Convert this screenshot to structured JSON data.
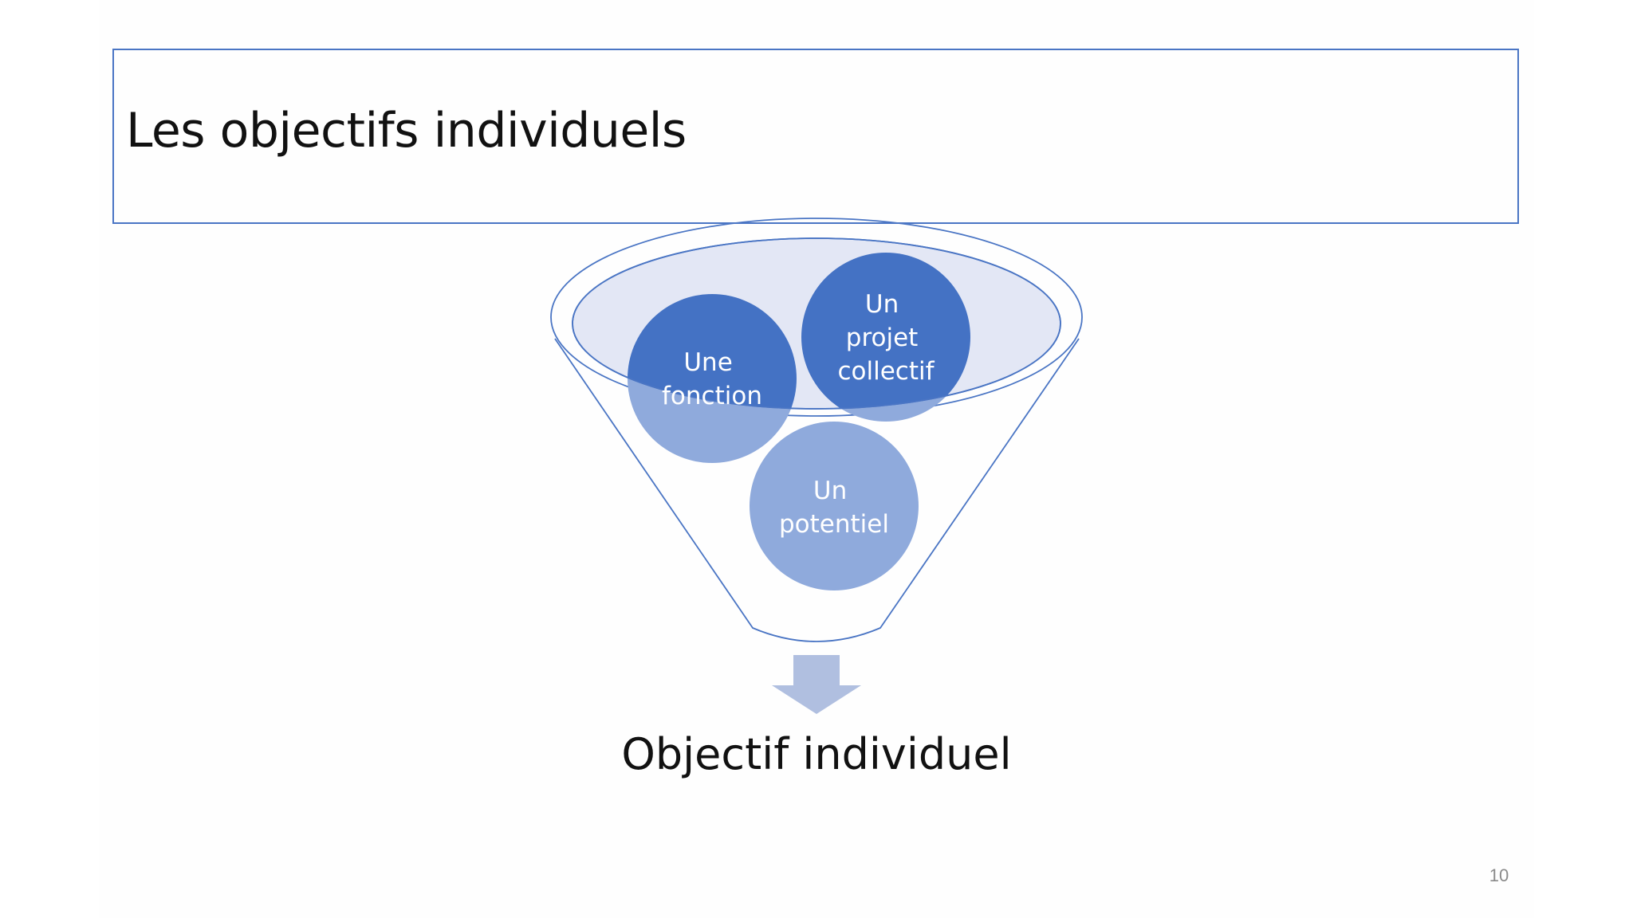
{
  "slide": {
    "title": "Les objectifs individuels",
    "page_number": "10",
    "result_label": "Objectif individuel"
  },
  "funnel": {
    "inputs": [
      {
        "label_lines": [
          "Une",
          "fonction"
        ],
        "color": "#4472c4"
      },
      {
        "label_lines": [
          "Un",
          "projet",
          "collectif"
        ],
        "color": "#4472c4"
      },
      {
        "label_lines": [
          "Un",
          "potentiel"
        ],
        "color": "#8faadc"
      }
    ],
    "arrow_color": "#b0bfe0",
    "outline_color": "#4a75c4",
    "bowl_fill": "#e3e7f5"
  }
}
